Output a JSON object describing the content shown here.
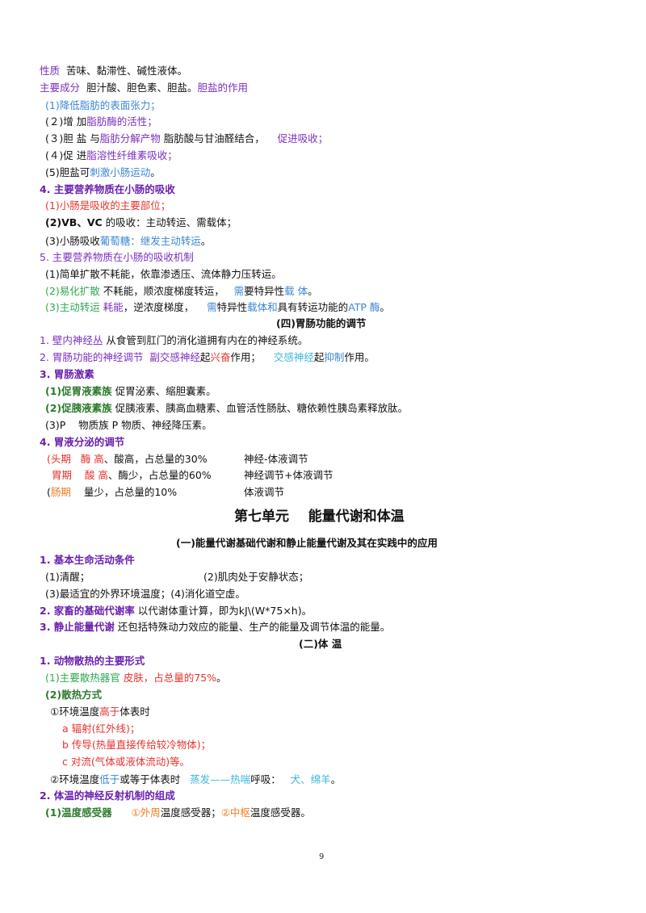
{
  "lines": {
    "l01": {
      "a": "性质",
      "b": "苦味、黏滞性、碱性液体。"
    },
    "l02": {
      "a": "主要成分",
      "b": "胆汁酸、胆色素、胆盐。",
      "c": "胆盐的作用"
    },
    "l03": {
      "a": "(1)降低脂肪的表面张力；"
    },
    "l04": {
      "a": "(２)增 加",
      "b": "脂肪酶的活性；"
    },
    "l05": {
      "a": "(３)胆 盐 与",
      "b": "脂肪分解产物",
      "c": "脂肪酸与甘油醛结合，",
      "d": "促进吸收；"
    },
    "l06": {
      "a": "(４)促 进",
      "b": "脂溶性纤维素吸收；"
    },
    "l07": {
      "a": "(5)胆盐可",
      "b": "刺激小肠运动",
      "c": "。"
    },
    "l08": {
      "a": "4. 主要营养物质在小肠的吸收"
    },
    "l09": {
      "a": "(1)小肠是吸收的主要部位；"
    },
    "l10": {
      "a": "(2)VB、VC",
      "b": " 的吸收：主动转运、需载体；"
    },
    "l11": {
      "a": "(3)小肠吸收",
      "b": "葡萄糖：继发主动转运",
      "c": "。"
    },
    "l12": {
      "a": "5. 主要营养物质在小肠的吸收机制"
    },
    "l13": {
      "a": "(1)简单扩散不耗能，依靠渗透压、流体静力压转运。"
    },
    "l14": {
      "a": "(2)易化扩散",
      "b": " 不耗能，顺浓度梯度转运，",
      "c": "需",
      "d": "要特异性",
      "e": "载 体",
      "f": "。"
    },
    "l15": {
      "a": "(3)主动转运",
      "b": " 耗能",
      "c": "，逆浓度梯度，",
      "d": "需",
      "e": "特异性",
      "f": "载体和",
      "g": "具有转运功能的",
      "h": "ATP 酶",
      "i": "。"
    },
    "l16": {
      "a": "(四)胃肠功能的调节"
    },
    "l17": {
      "a": "1. 壁内神经丛",
      "b": " 从食管到肛门的消化道拥有内在的神经系统。"
    },
    "l18": {
      "a": "2. 胃肠功能的神经调节",
      "b": "副交感神经",
      "c": "起",
      "d": "兴奋",
      "e": "作用；",
      "f": "交感神经",
      "g": "起",
      "h": "抑制",
      "i": "作用。"
    },
    "l19": {
      "a": "3. 胃肠激素"
    },
    "l20": {
      "a": "(1)促胃液素族",
      "b": " 促胃泌素、缩胆囊素。"
    },
    "l21": {
      "a": "(2)促胰液素族",
      "b": " 促胰液素、胰高血糖素、血管活性肠肽、糖依赖性胰岛素释放肽。"
    },
    "l22": {
      "a": "(3)P",
      "b": "物质族  P 物质、神经降压素。"
    },
    "l23": {
      "a": "4. 胃液分泌的调节"
    },
    "l24": {
      "a": "(头期",
      "b": "酶 高",
      "c": "、酸高，占总量的30%",
      "d": "神经-体液调节"
    },
    "l25": {
      "a": "胃期",
      "b": "酸 高",
      "c": "、酶少，占总量的60%",
      "d": "神经调节+体液调节"
    },
    "l26": {
      "a": "(",
      "b": "肠期",
      "c": "量少，占总量的10%",
      "d": "体液调节"
    },
    "l27": {
      "a": "第七单元",
      "b": "能量代谢和体温"
    },
    "l28": {
      "a": "(一)能量代谢基础代谢和静止能量代谢及其在实践中的应用"
    },
    "l29": {
      "a": "1. 基本生命活动条件"
    },
    "l30": {
      "a": "(1)清醒；",
      "b": "(2)肌肉处于安静状态；"
    },
    "l31": {
      "a": "(3)最适宜的外界环境温度；(4)消化道空虚。"
    },
    "l32": {
      "a": "2. 家畜的基础代谢率",
      "b": " 以代谢体重计算，即为kJ\\(W*75×h)。"
    },
    "l33": {
      "a": "3. 静止能量代谢",
      "b": " 还包括特殊动力效应的能量、生产的能量及调节体温的能量。"
    },
    "l34": {
      "a": "(二)体 温"
    },
    "l35": {
      "a": "1. 动物散热的主要形式"
    },
    "l36": {
      "a": "(1)主要散热器官",
      "b": " 皮肤，占总量的75%",
      "c": "。"
    },
    "l37": {
      "a": "(2)散热方式"
    },
    "l38": {
      "a": "①环境温度",
      "b": "高于",
      "c": "体表时"
    },
    "l39": {
      "a": "a 辐射(红外线)；"
    },
    "l40": {
      "a": "b 传导(热量直接传给较冷物体)；"
    },
    "l41": {
      "a": "c 对流(气体或液体流动)等。"
    },
    "l42": {
      "a": "②环境温度",
      "b": "低于",
      "c": "或等于体表时",
      "d": "蒸发——热喘",
      "e": "呼吸：",
      "f": "犬、绵羊",
      "g": "。"
    },
    "l43": {
      "a": "2. 体温的神经反射机制的组成"
    },
    "l44": {
      "a": "(1)温度感受器",
      "b": "①外周",
      "c": "温度感受器；",
      "d": "②中枢",
      "e": "温度感受器。"
    }
  },
  "page_number": "9",
  "colors": {
    "purple": "#7b2fbe",
    "blue": "#3a86d6",
    "cyan": "#3fb6d8",
    "red": "#e5322d",
    "orange": "#ef7d22",
    "green": "#2fa84f",
    "dark_green": "#2c7a2c"
  }
}
